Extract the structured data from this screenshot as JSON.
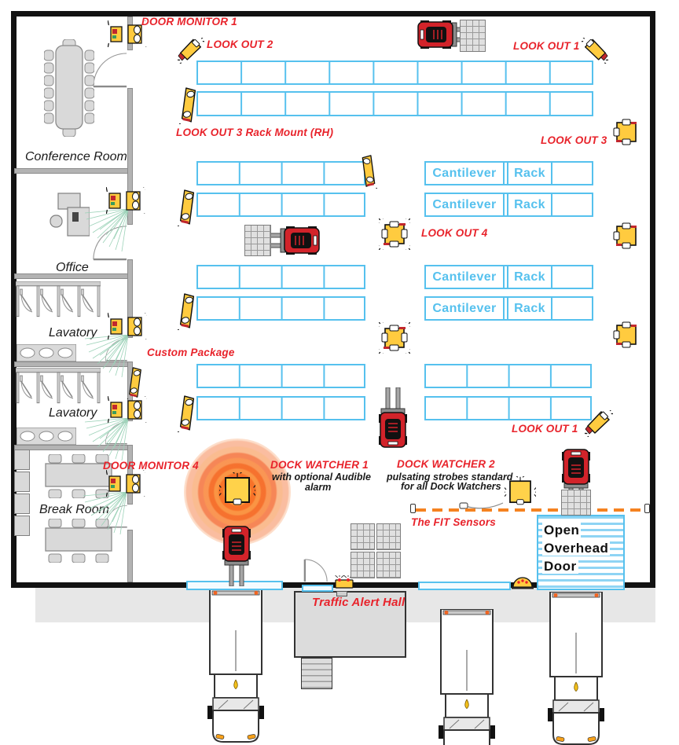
{
  "colors": {
    "rack_blue": "#56C1EE",
    "label_red": "#E8232B",
    "sensor_yellow": "#FFCB3F",
    "forklift_red": "#D2232A",
    "glow_orange": "#F15A22",
    "fit_line_orange": "#F58220",
    "wall_gray": "#B3B3B3"
  },
  "rooms": {
    "conference": "Conference Room",
    "office": "Office",
    "lavatory_1": "Lavatory",
    "lavatory_2": "Lavatory",
    "break_room": "Break Room"
  },
  "labels": {
    "door_monitor_1": "DOOR MONITOR 1",
    "look_out_2": "LOOK OUT 2",
    "look_out_1_top": "LOOK OUT 1",
    "look_out_3_rack_mount": "LOOK OUT 3 Rack Mount (RH)",
    "look_out_3": "LOOK OUT 3",
    "look_out_4": "LOOK OUT 4",
    "custom_package": "Custom Package",
    "door_monitor_4": "DOOR MONITOR 4",
    "dock_watcher_1": "DOCK WATCHER 1",
    "dock_watcher_1_sub_1": "with optional Audible",
    "dock_watcher_1_sub_2": "alarm",
    "dock_watcher_2": "DOCK WATCHER 2",
    "dock_watcher_2_sub_1": "pulsating strobes standard",
    "dock_watcher_2_sub_2": "for all Dock Watchers",
    "the_fit_sensors": "The FIT Sensors",
    "look_out_1_bottom": "LOOK OUT 1",
    "traffic_alert_hall": "Traffic Alert Hall"
  },
  "overhead_door": {
    "line_1": "Open",
    "line_2": "Overhead",
    "line_3": "Door"
  },
  "racks": {
    "cantilever": "Cantilever",
    "rack": "Rack"
  }
}
